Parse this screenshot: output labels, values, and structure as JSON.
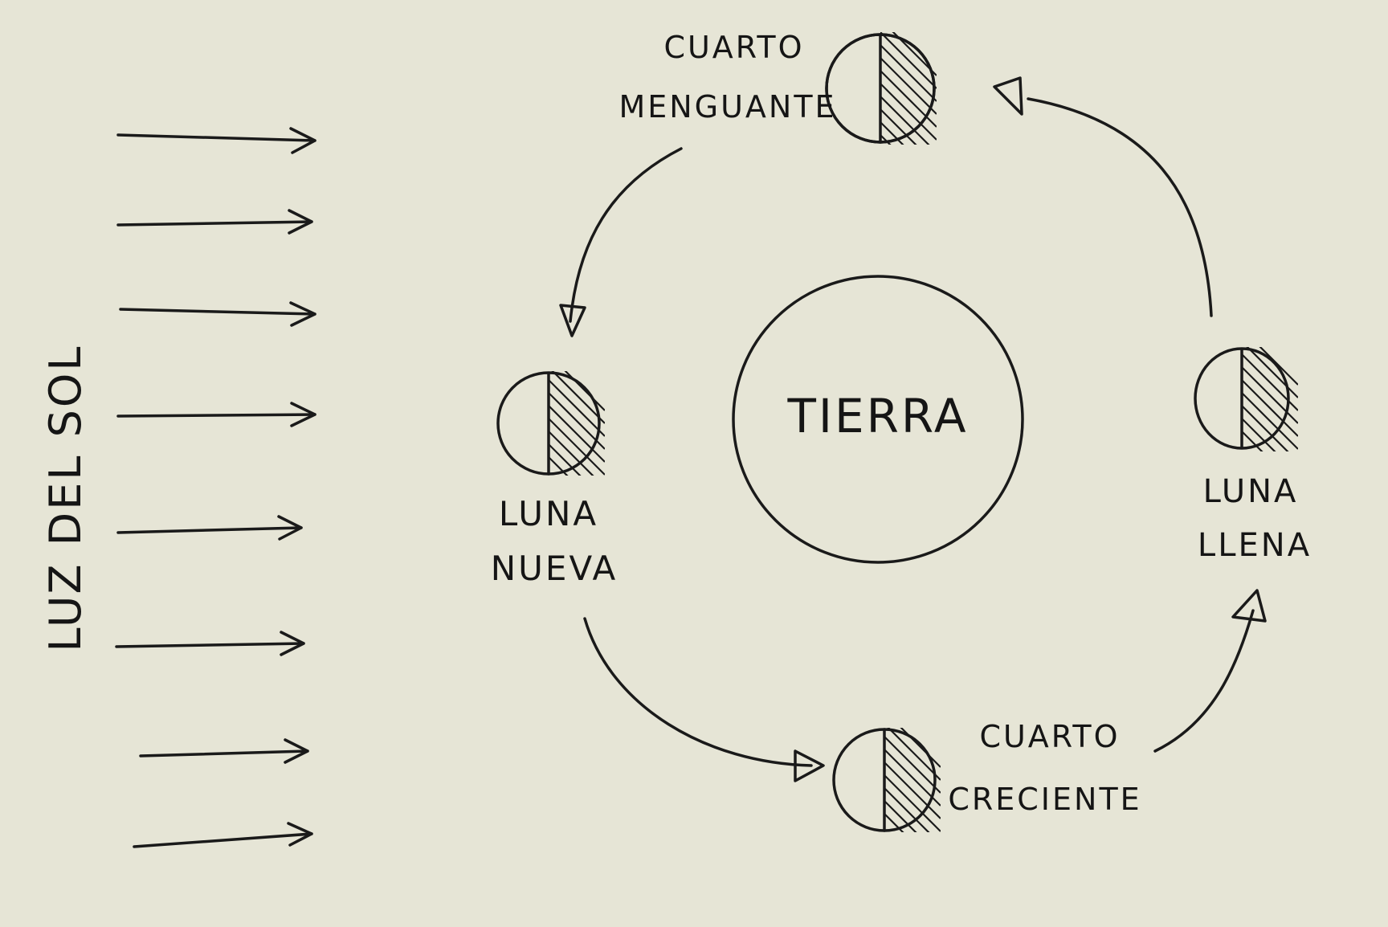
{
  "sunlight": {
    "label": "LUZ DEL SOL"
  },
  "earth": {
    "label": "TIERRA"
  },
  "phases": {
    "waning": {
      "line1": "CUARTO",
      "line2": "MENGUANTE"
    },
    "new": {
      "line1": "LUNA",
      "line2": "NUEVA"
    },
    "full": {
      "line1": "LUNA",
      "line2": "LLENA"
    },
    "waxing": {
      "line1": "CUARTO",
      "line2": "CRECIENTE"
    }
  },
  "colors": {
    "paper": "#e6e5d6",
    "ink": "#1a1a1a"
  }
}
